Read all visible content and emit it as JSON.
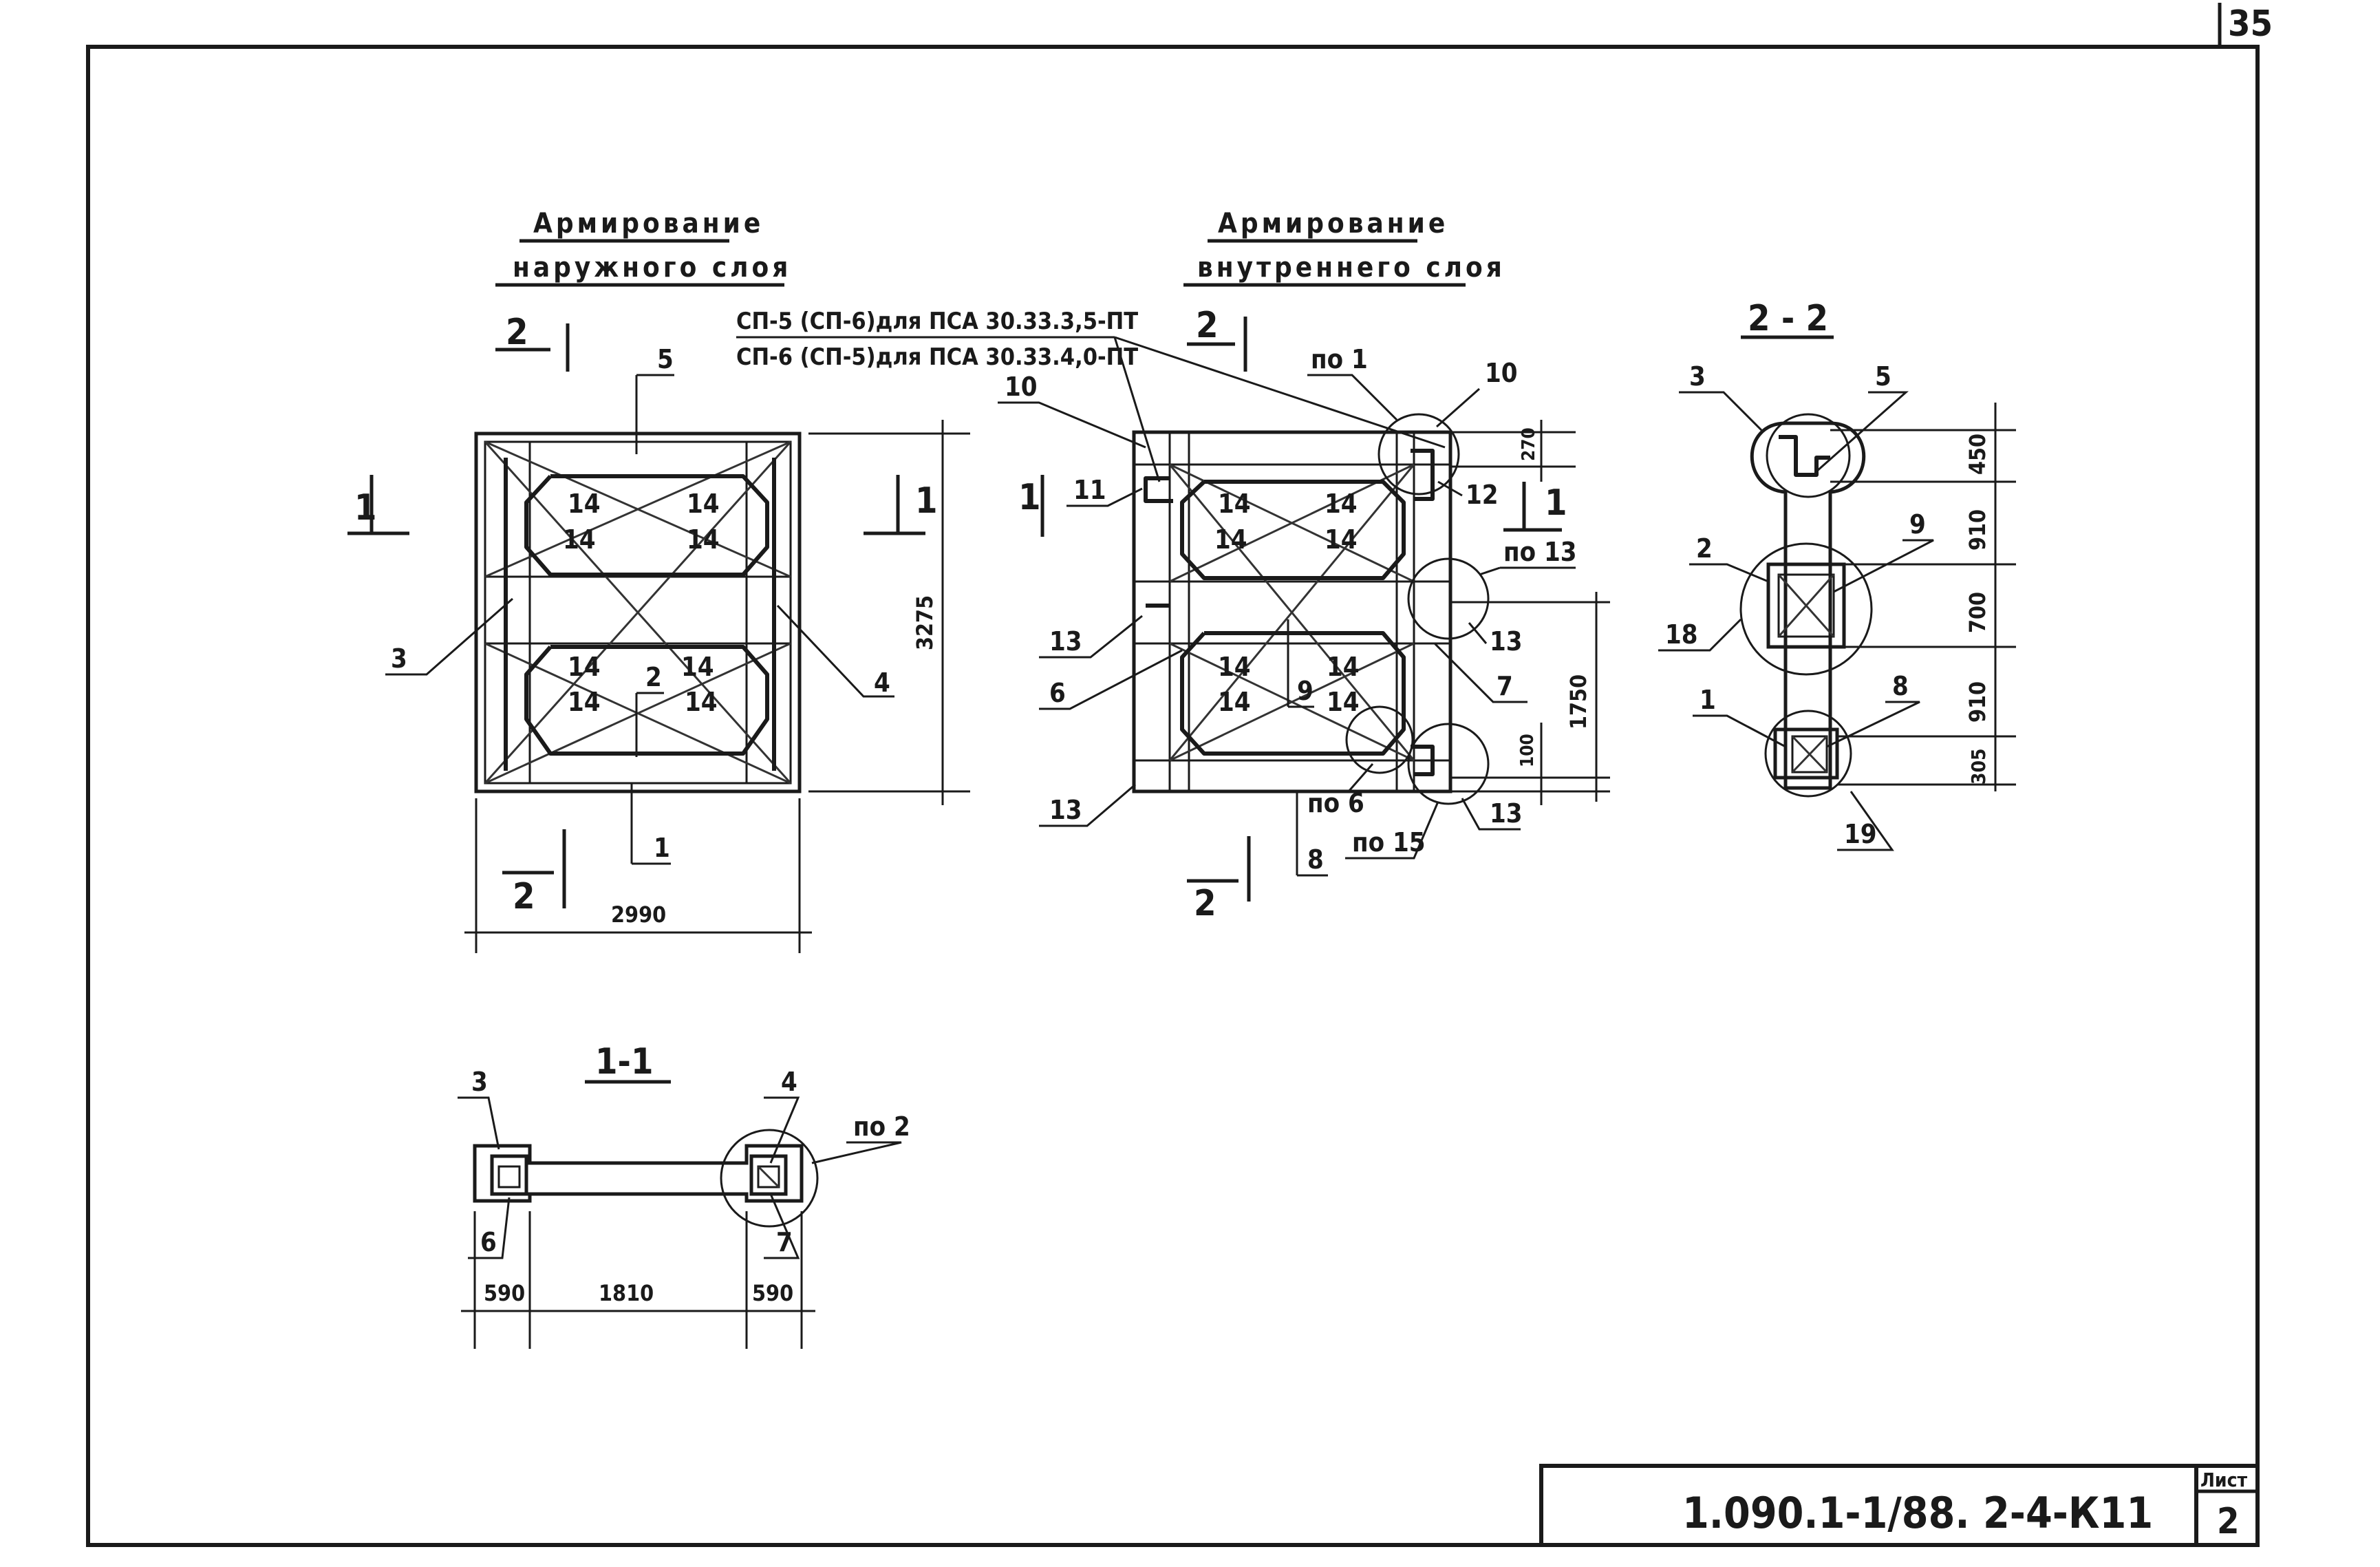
{
  "sheet_number": "35",
  "drawing_code": "1.090.1-1/88. 2-4-К11",
  "stamp": {
    "sheet_label": "Лист",
    "sheet_value": "2"
  },
  "views": {
    "outer": {
      "title_line1": "Армирование",
      "title_line2": "наружного слоя"
    },
    "inner": {
      "title_line1": "Армирование",
      "title_line2": "внутреннего слоя"
    },
    "section_22": {
      "title": "2 - 2"
    },
    "section_11": {
      "title": "1-1"
    }
  },
  "notes": {
    "sp_line1": "СП-5 (СП-6)для ПСА 30.33.3,5-ПТ",
    "sp_line2": "СП-6 (СП-5)для ПСА 30.33.4,0-ПТ"
  },
  "section_marks": {
    "one": "1",
    "two": "2"
  },
  "outer_labels": {
    "p1": "1",
    "p2": "2",
    "p3": "3",
    "p4": "4",
    "p5": "5",
    "p14": "14"
  },
  "outer_dims": {
    "height": "3275",
    "width": "2990"
  },
  "inner_labels": {
    "p6": "6",
    "p7": "7",
    "p8": "8",
    "p9": "9",
    "p10a": "10",
    "p10b": "10",
    "p11": "11",
    "p12": "12",
    "p13": "13",
    "p14": "14",
    "po1": "по 1",
    "po6": "по 6",
    "po13": "по 13",
    "po15": "по 15"
  },
  "inner_dims": {
    "d270": "270",
    "d1750": "1750",
    "d100": "100"
  },
  "s22_labels": {
    "p1": "1",
    "p2": "2",
    "p3": "3",
    "p5": "5",
    "p8": "8",
    "p9": "9",
    "p18": "18",
    "p19": "19"
  },
  "s22_dims": {
    "d450": "450",
    "d910a": "910",
    "d700": "700",
    "d910b": "910",
    "d305": "305"
  },
  "s11_labels": {
    "p3": "3",
    "p4": "4",
    "p6": "6",
    "p7": "7",
    "po2": "по 2"
  },
  "s11_dims": {
    "d590a": "590",
    "d1810": "1810",
    "d590b": "590"
  }
}
